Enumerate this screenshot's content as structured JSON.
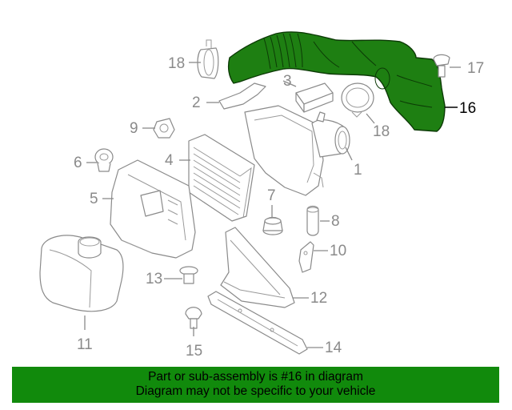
{
  "diagram": {
    "highlight_color": "#1e7f12",
    "callouts": [
      {
        "label": "1"
      },
      {
        "label": "2"
      },
      {
        "label": "3"
      },
      {
        "label": "4"
      },
      {
        "label": "5"
      },
      {
        "label": "6"
      },
      {
        "label": "7"
      },
      {
        "label": "8"
      },
      {
        "label": "9"
      },
      {
        "label": "10"
      },
      {
        "label": "11"
      },
      {
        "label": "12"
      },
      {
        "label": "13"
      },
      {
        "label": "14"
      },
      {
        "label": "15"
      },
      {
        "label": "16",
        "highlighted": true
      },
      {
        "label": "17"
      },
      {
        "label": "18"
      },
      {
        "label": "18"
      }
    ]
  },
  "banner": {
    "line1": "Part or sub-assembly is #16 in diagram",
    "line2": "Diagram may not be specific to your vehicle",
    "background": "#118a0c"
  }
}
